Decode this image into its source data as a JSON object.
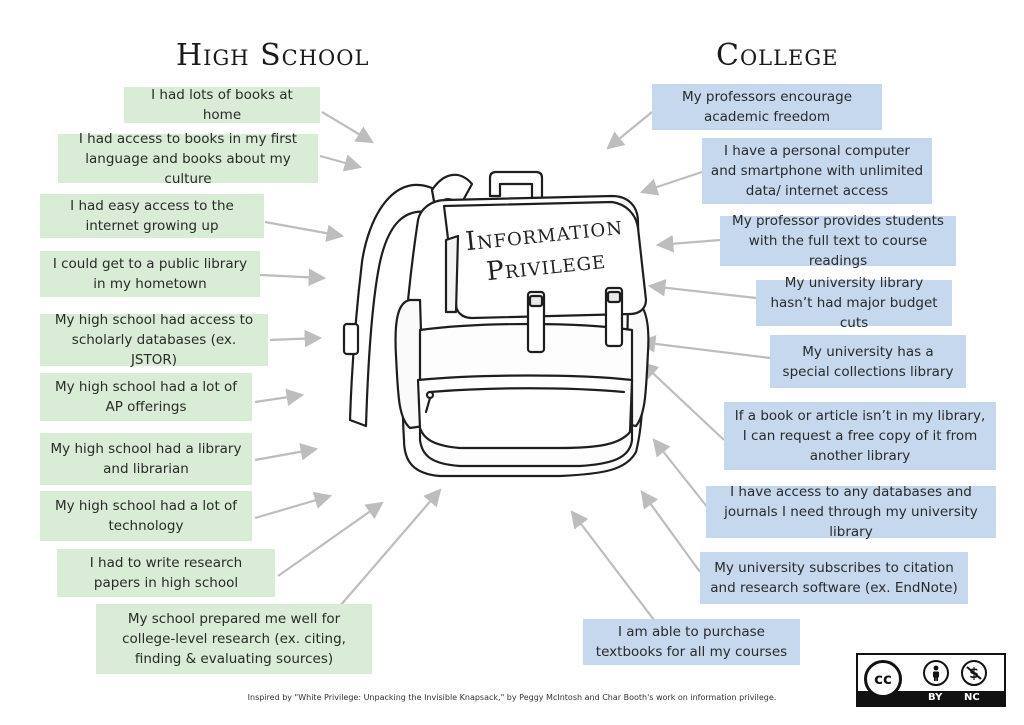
{
  "headings": {
    "left": "High School",
    "right": "College"
  },
  "bag_title": [
    "Information",
    "Privilege"
  ],
  "high_school": [
    "I had lots of books at home",
    "I had access to books in my first language and books about my culture",
    "I had easy access to the internet growing up",
    "I could get to a public library in my hometown",
    "My high school had access to scholarly databases (ex. JSTOR)",
    "My high school had a lot of AP offerings",
    "My high school had a library and librarian",
    "My high school had a lot of technology",
    "I had to write research papers in high school",
    "My school prepared me well for college-level research (ex. citing, finding & evaluating sources)"
  ],
  "college": [
    "My professors encourage academic freedom",
    "I have a personal computer and smartphone with unlimited data/ internet access",
    "My professor provides students with the full text to course readings",
    "My university library hasn’t had major budget cuts",
    "My university has a special collections library",
    "If a book or article isn’t in my library, I can request a free copy of it from another library",
    "I have access to any databases and journals I need through my university library",
    "My university subscribes to citation and research software (ex. EndNote)",
    "I am able to purchase textbooks for all my courses"
  ],
  "license": {
    "badge": "cc",
    "by": "BY",
    "nc": "NC",
    "by_icon": "person-icon",
    "nc_icon": "no-dollar-icon"
  },
  "footer": "Inspired by \"White Privilege: Unpacking the Invisible Knapsack,\" by Peggy McIntosh and Char Booth's work on information privilege.",
  "colors": {
    "high_school_box": "#d9ecd6",
    "college_box": "#c6d8ee",
    "arrow": "#bdbdbd"
  }
}
